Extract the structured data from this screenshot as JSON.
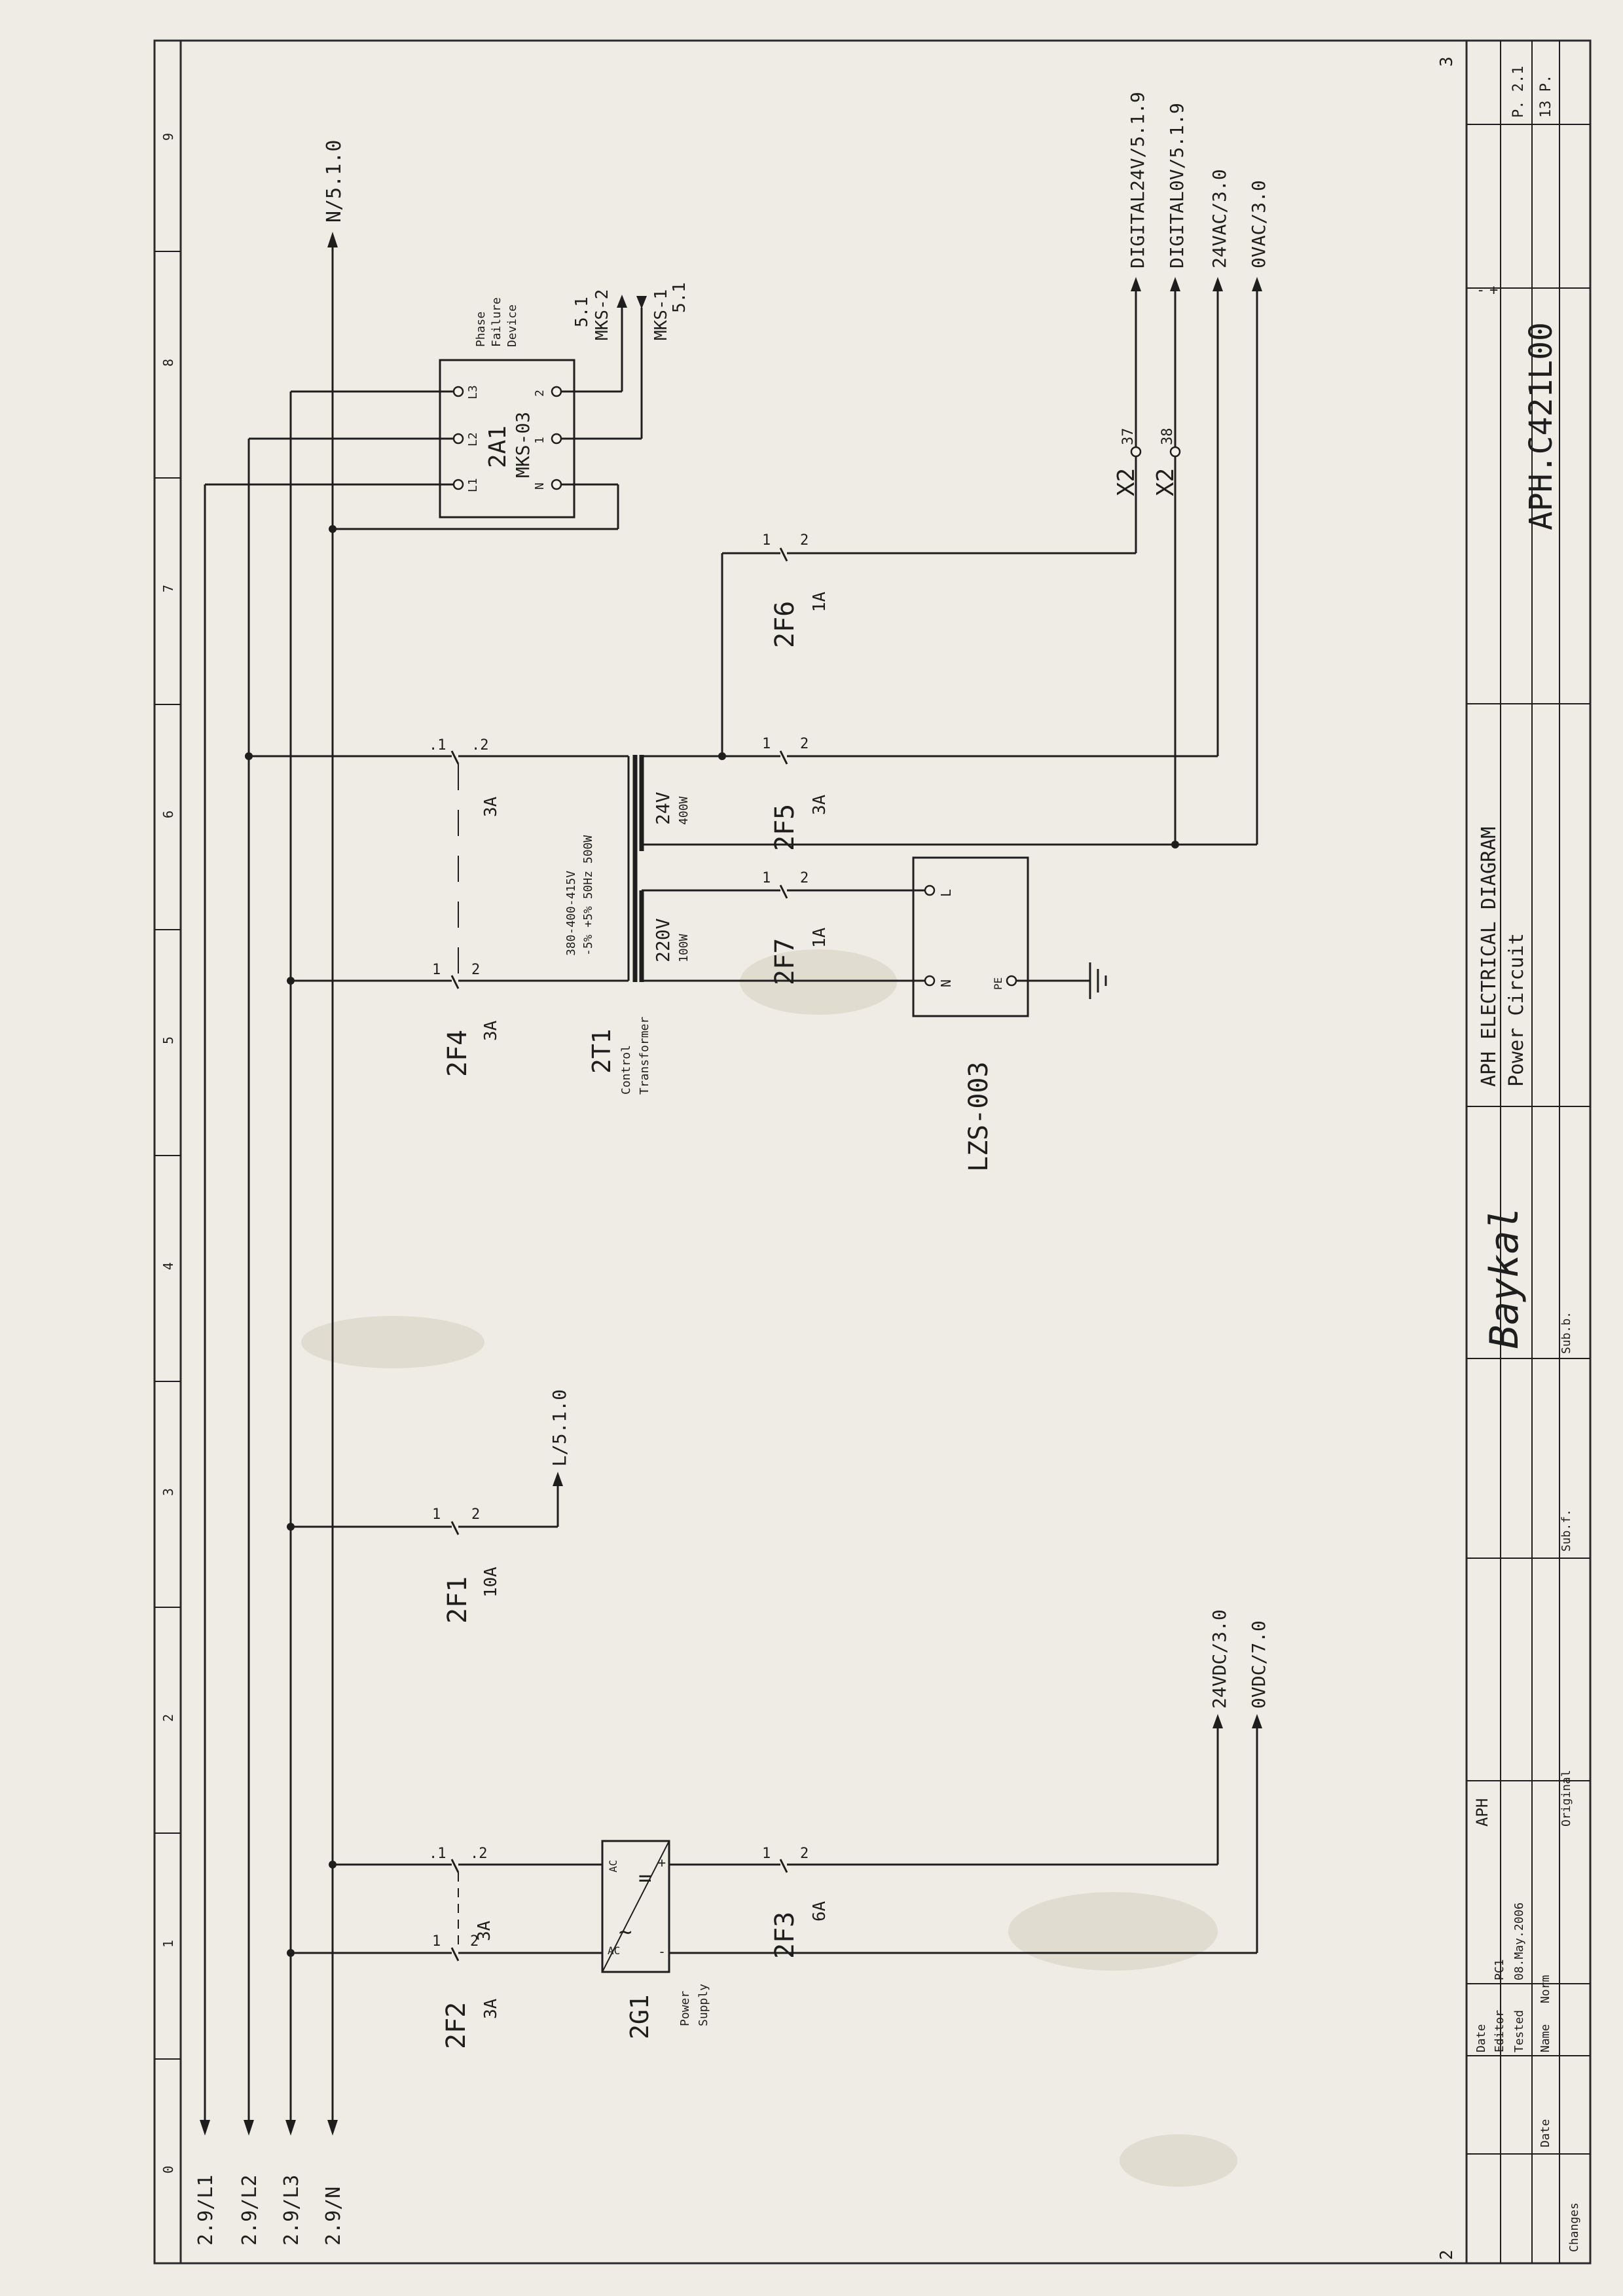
{
  "grid": {
    "columns": [
      "0",
      "1",
      "2",
      "3",
      "4",
      "5",
      "6",
      "7",
      "8",
      "9"
    ],
    "sheet_prev": "2",
    "sheet_next": "3"
  },
  "buses": [
    "2.9/L1",
    "2.9/L2",
    "2.9/L3",
    "2.9/N"
  ],
  "refs": {
    "n_out": "N/5.1.0",
    "l_out": "L/5.1.0",
    "vdc24": "24VDC/3.0",
    "vdc0": "0VDC/7.0",
    "dig24": "DIGITAL24V/5.1.9",
    "dig0": "DIGITAL0V/5.1.9",
    "vac24": "24VAC/3.0",
    "vac0": "0VAC/3.0",
    "mks2_ref": "5.1",
    "mks2": "MKS-2",
    "mks1": "MKS-1",
    "mks1_ref": "5.1"
  },
  "components": {
    "f2": {
      "tag": "2F2",
      "rating": "3A",
      "rating2": "3A"
    },
    "f3": {
      "tag": "2F3",
      "rating": "6A"
    },
    "f1": {
      "tag": "2F1",
      "rating": "10A"
    },
    "f4": {
      "tag": "2F4",
      "rating": "3A",
      "rating2": "3A"
    },
    "f5": {
      "tag": "2F5",
      "rating": "3A"
    },
    "f6": {
      "tag": "2F6",
      "rating": "1A"
    },
    "f7": {
      "tag": "2F7",
      "rating": "1A"
    },
    "g1": {
      "tag": "2G1",
      "desc1": "Power",
      "desc2": "Supply",
      "ac": "AC",
      "dc_pos": "+",
      "dc_neg": "-",
      "sym_ac": "~",
      "sym_dc": "="
    },
    "t1": {
      "tag": "2T1",
      "desc1": "Control",
      "desc2": "Transformer",
      "spec1": "380-400-415V",
      "spec2": "-5% +5% 50Hz 500W",
      "sec1_v": "220V",
      "sec1_w": "100W",
      "sec2_v": "24V",
      "sec2_w": "400W"
    },
    "a1": {
      "tag": "2A1",
      "model": "MKS-03",
      "desc1": "Phase",
      "desc2": "Failure",
      "desc3": "Device",
      "t_l1": "L1",
      "t_l2": "L2",
      "t_l3": "L3",
      "t_n": "N",
      "t_1": "1",
      "t_2": "2"
    },
    "lzs": {
      "tag": "LZS-003",
      "t_n": "N",
      "t_l": "L",
      "t_pe": "PE"
    },
    "x37": {
      "tag": "X2",
      "pin": "37"
    },
    "x38": {
      "tag": "X2",
      "pin": "38"
    }
  },
  "pins": {
    "p1": "1",
    "p2": "2",
    "p_1": ".1",
    "p_2": ".2"
  },
  "title_block": {
    "title": "APH ELECTRICAL DIAGRAM",
    "subtitle": "Power Circuit",
    "drawing_no": "APH.C421L00",
    "page": "P. 2.1",
    "pages": "13 P.",
    "minus": "-",
    "plus": "+",
    "logo": "Baykal",
    "sub_b": "Sub.b.",
    "sub_f": "Sub.f.",
    "project": "APH",
    "original": "Original",
    "date_label": "Date",
    "editor_label": "Editor",
    "editor": "PC1",
    "tested_label": "Tested",
    "tested_date": "08.May.2006",
    "name_label": "Name",
    "norm_label": "Norm",
    "changes_label": "Changes",
    "date_label2": "Date"
  }
}
